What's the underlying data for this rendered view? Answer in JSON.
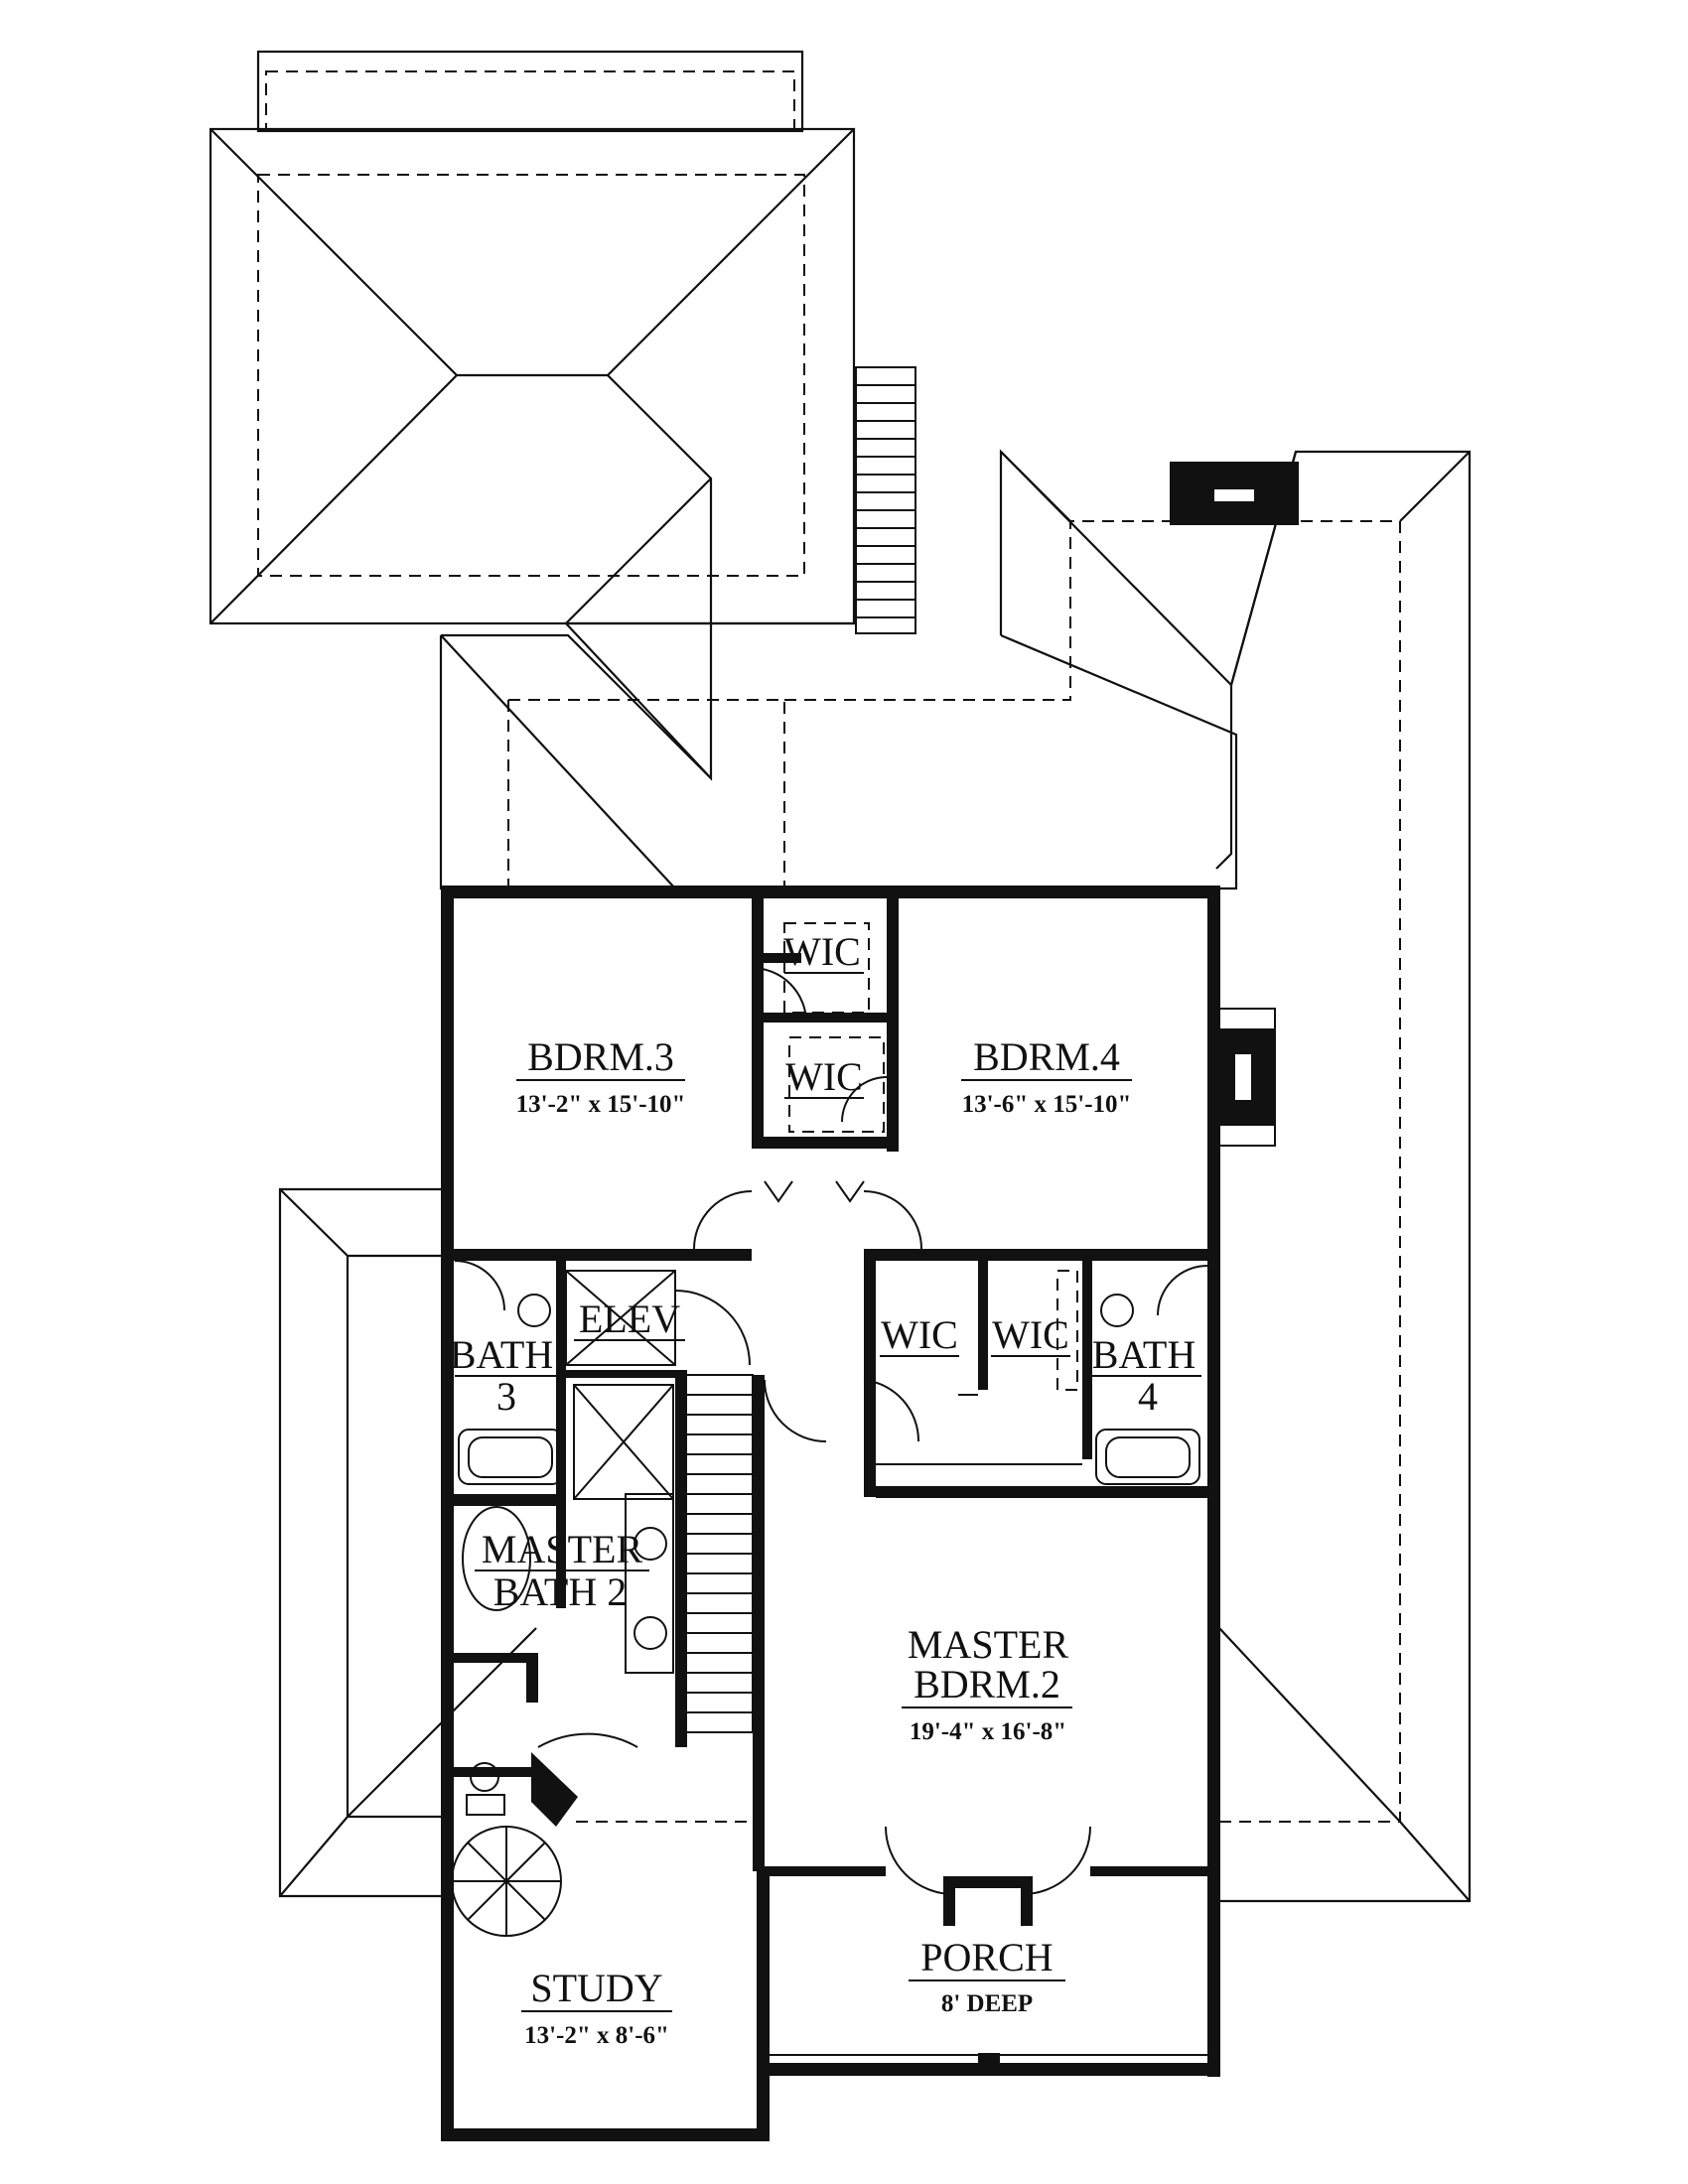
{
  "rooms": {
    "bdrm3": {
      "name": "BDRM.3",
      "dims": "13'-2\" x 15'-10\""
    },
    "bdrm4": {
      "name": "BDRM.4",
      "dims": "13'-6\" x 15'-10\""
    },
    "wic_a": {
      "name": "WIC"
    },
    "wic_b": {
      "name": "WIC"
    },
    "wic_c": {
      "name": "WIC"
    },
    "wic_d": {
      "name": "WIC"
    },
    "elev": {
      "name": "ELEV"
    },
    "bath3": {
      "line1": "BATH",
      "line2": "3"
    },
    "bath4": {
      "line1": "BATH",
      "line2": "4"
    },
    "master_bath": {
      "line1": "MASTER",
      "line2": "BATH 2"
    },
    "master_bdrm": {
      "line1": "MASTER",
      "line2": "BDRM.2",
      "dims": "19'-4\" x 16'-8\""
    },
    "porch": {
      "name": "PORCH",
      "dims": "8' DEEP"
    },
    "study": {
      "name": "STUDY",
      "dims": "13'-2\" x 8'-6\""
    }
  }
}
